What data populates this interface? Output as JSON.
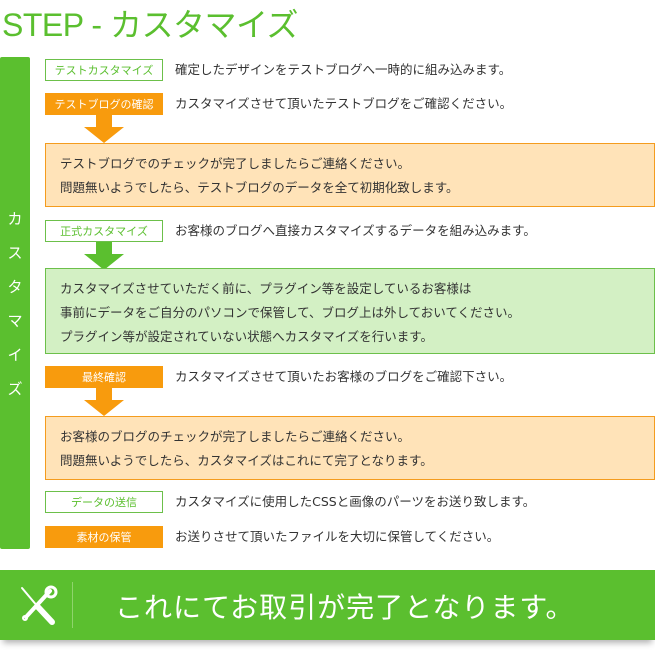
{
  "title": "STEP - カスタマイズ",
  "sidebar_label": [
    "カ",
    "ス",
    "タ",
    "マ",
    "イ",
    "ズ"
  ],
  "steps": [
    {
      "label": "テストカスタマイズ",
      "desc": "確定したデザインをテストブログへ一時的に組み込みます。"
    },
    {
      "label": "テストブログの確認",
      "desc": "カスタマイズさせて頂いたテストブログをご確認ください。"
    },
    {
      "label": "正式カスタマイズ",
      "desc": "お客様のブログへ直接カスタマイズするデータを組み込みます。"
    },
    {
      "label": "最終確認",
      "desc": "カスタマイズさせて頂いたお客様のブログをご確認下さい。"
    },
    {
      "label": "データの送信",
      "desc": "カスタマイズに使用したCSSと画像のパーツをお送り致します。"
    },
    {
      "label": "素材の保管",
      "desc": "お送りさせて頂いたファイルを大切に保管してください。"
    }
  ],
  "boxes": [
    {
      "lines": [
        "テストブログでのチェックが完了しましたらご連絡ください。",
        "問題無いようでしたら、テストブログのデータを全て初期化致します。"
      ]
    },
    {
      "lines": [
        "カスタマイズさせていただく前に、プラグイン等を設定しているお客様は",
        "事前にデータをご自分のパソコンで保管して、ブログ上は外しておいてください。",
        "プラグイン等が設定されていない状態へカスタマイズを行います。"
      ]
    },
    {
      "lines": [
        "お客様のブログのチェックが完了しましたらご連絡ください。",
        "問題無いようでしたら、カスタマイズはこれにて完了となります。"
      ]
    }
  ],
  "banner": "これにてお取引が完了となります。",
  "colors": {
    "green": "#5bbf2f",
    "orange": "#f89b0d",
    "orange_bg": "#ffe3b8",
    "green_bg": "#d3f0c4"
  }
}
